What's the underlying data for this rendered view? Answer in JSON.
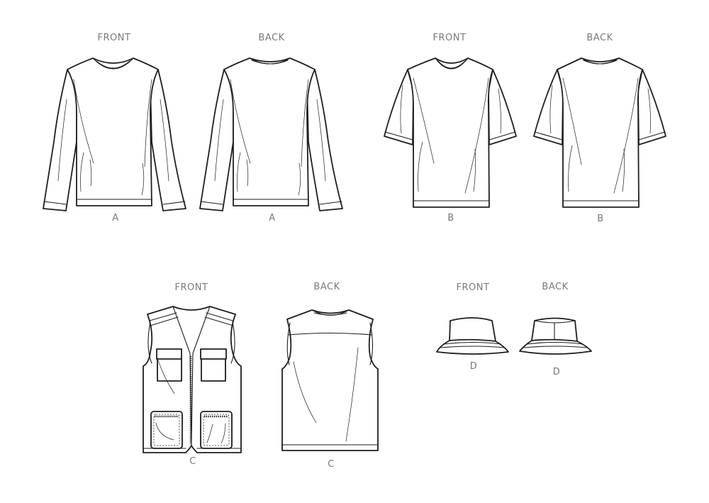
{
  "labels": {
    "a_front_view": "FRONT",
    "a_back_view": "BACK",
    "b_front_view": "FRONT",
    "b_back_view": "BACK",
    "c_front_view": "FRONT",
    "c_back_view": "BACK",
    "d_front_view": "FRONT",
    "d_back_view": "BACK",
    "a_front_letter": "A",
    "a_back_letter": "A",
    "b_front_letter": "B",
    "b_back_letter": "B",
    "c_front_letter": "C",
    "c_back_letter": "C",
    "d_front_letter": "D",
    "d_back_letter": "D"
  }
}
